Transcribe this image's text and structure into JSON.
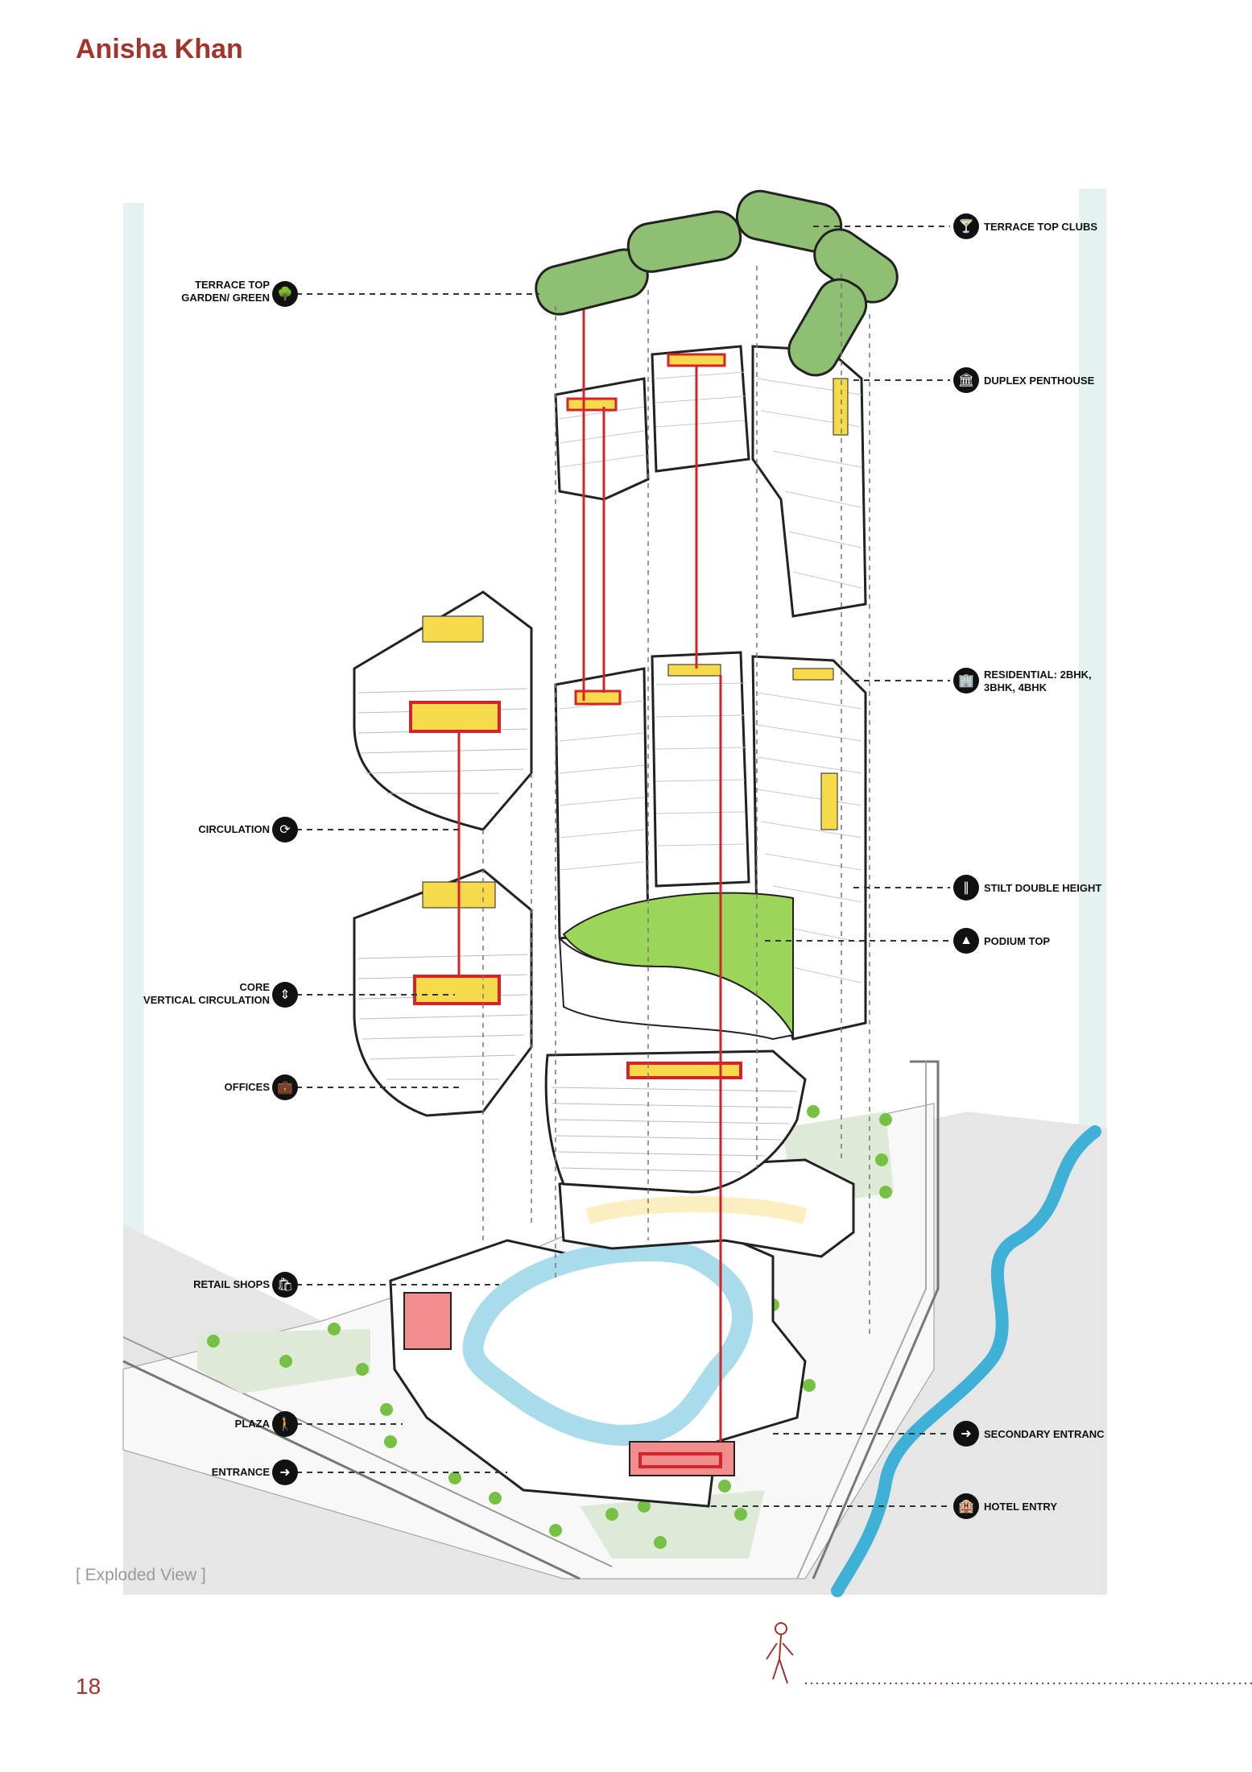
{
  "header": {
    "author": "Anisha Khan"
  },
  "footer": {
    "caption": "[ Exploded View ]",
    "page_number": "18"
  },
  "labels": {
    "terrace_top_clubs": "TERRACE TOP CLUBS",
    "terrace_top_garden_line1": "TERRACE TOP",
    "terrace_top_garden_line2": "GARDEN/ GREEN",
    "duplex_penthouse": "DUPLEX PENTHOUSE",
    "residential_line1": "RESIDENTIAL: 2BHK,",
    "residential_line2": "3BHK, 4BHK",
    "circulation": "CIRCULATION",
    "stilt_double_height": "STILT DOUBLE HEIGHT",
    "podium_top": "PODIUM TOP",
    "core_line1": "CORE",
    "core_line2": "VERTICAL CIRCULATION",
    "offices": "OFFICES",
    "retail_shops": "RETAIL SHOPS",
    "secondary_entrance": "SECONDARY ENTRANC",
    "plaza": "PLAZA",
    "entrance": "ENTRANCE",
    "hotel_entry": "HOTEL ENTRY"
  },
  "icons": {
    "clubs": "cocktail-icon",
    "garden": "tree-icon",
    "penthouse": "building-icon",
    "residential": "apartment-icon",
    "circulation": "circulation-icon",
    "stilt": "columns-icon",
    "podium": "podium-icon",
    "core": "elevator-icon",
    "offices": "briefcase-icon",
    "retail": "shopping-bag-icon",
    "secondary_entrance": "exit-icon",
    "plaza": "walking-icon",
    "entrance": "entrance-icon",
    "hotel": "hotel-icon"
  },
  "colors": {
    "accent": "#a3332b",
    "green_roof": "#8fbf73",
    "lawn": "#9bd65a",
    "water": "#a9dceb",
    "river": "#3fb1d6",
    "highlight_yellow": "#f7d94c",
    "highlight_red": "#d2242a",
    "backdrop": "#e4f2f2",
    "ground": "#e3e3e3"
  }
}
